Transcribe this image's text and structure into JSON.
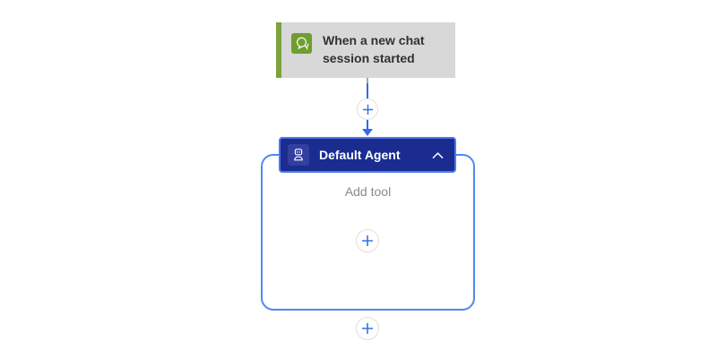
{
  "app": "flow-designer-canvas",
  "trigger": {
    "title": "When a new chat session started",
    "icon": "chat-bubbles-icon",
    "accent_color": "#6f9e2f",
    "border_color": "#7ba23b",
    "background_color": "#d8d8d8"
  },
  "connector": {
    "color": "#2f6bed",
    "insert_step_button": "plus-icon"
  },
  "agent": {
    "title": "Default Agent",
    "icon": "bot-icon",
    "collapse_icon": "chevron-up-icon",
    "header_color": "#1b2c90",
    "selection_border_color": "#4b79ea",
    "container_border_color": "#5088f2",
    "add_tool_label": "Add tool",
    "add_tool_button": "plus-icon"
  },
  "add_action_button": "plus-icon",
  "colors": {
    "canvas_background": "#ffffff",
    "plus_blue": "#3574e2",
    "plus_circle_border": "#e0e0e0"
  }
}
